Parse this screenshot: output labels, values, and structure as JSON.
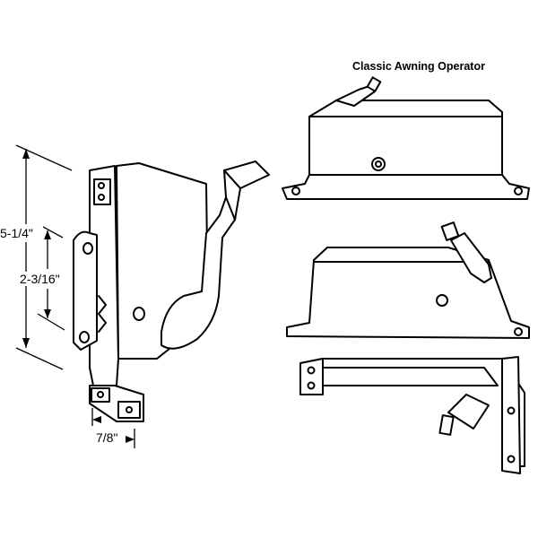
{
  "title": "Classic Awning Operator",
  "dimensions": {
    "overall_height": "5-1/4\"",
    "hole_spacing": "2-3/16\"",
    "width": "7/8\""
  }
}
